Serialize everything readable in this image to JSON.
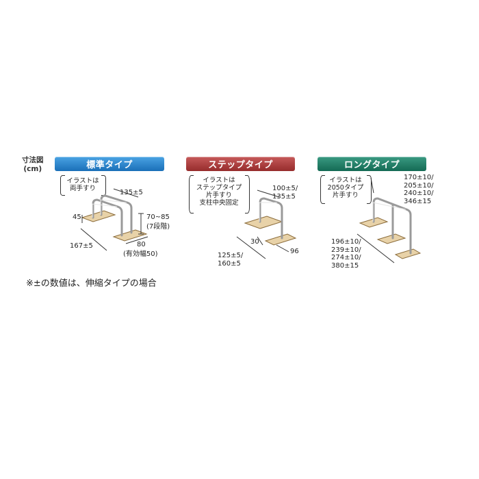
{
  "legend": {
    "line1": "寸法図",
    "line2": "(cm)"
  },
  "colors": {
    "standard": "#1a7cc4",
    "step": "#a83a3a",
    "long": "#1b7a62",
    "rail": "#c9c9c9",
    "base": "#e8d2a8"
  },
  "panels": {
    "standard": {
      "header": "標準タイプ",
      "note": [
        "イラストは",
        "両手すり"
      ],
      "dims": {
        "width": "135±5",
        "height": "70~85",
        "height_note": "(7段階)",
        "left": "45",
        "depth": "167±5",
        "base": "80",
        "base_note": "(有効幅50)"
      }
    },
    "step": {
      "header": "ステップタイプ",
      "note": [
        "イラストは",
        "ステップタイプ",
        "片手すり",
        "支柱中央固定"
      ],
      "dims": {
        "width1": "100±5/",
        "width2": "135±5",
        "base_w": "30",
        "depth1": "125±5/",
        "depth2": "160±5",
        "base_d": "96"
      }
    },
    "long": {
      "header": "ロングタイプ",
      "note": [
        "イラストは",
        "2050タイプ",
        "片手すり"
      ],
      "dims": {
        "width": [
          "170±10/",
          "205±10/",
          "240±10/",
          "346±15"
        ],
        "depth": [
          "196±10/",
          "239±10/",
          "274±10/",
          "380±15"
        ]
      }
    }
  },
  "footnote": "※±の数値は、伸縮タイプの場合"
}
